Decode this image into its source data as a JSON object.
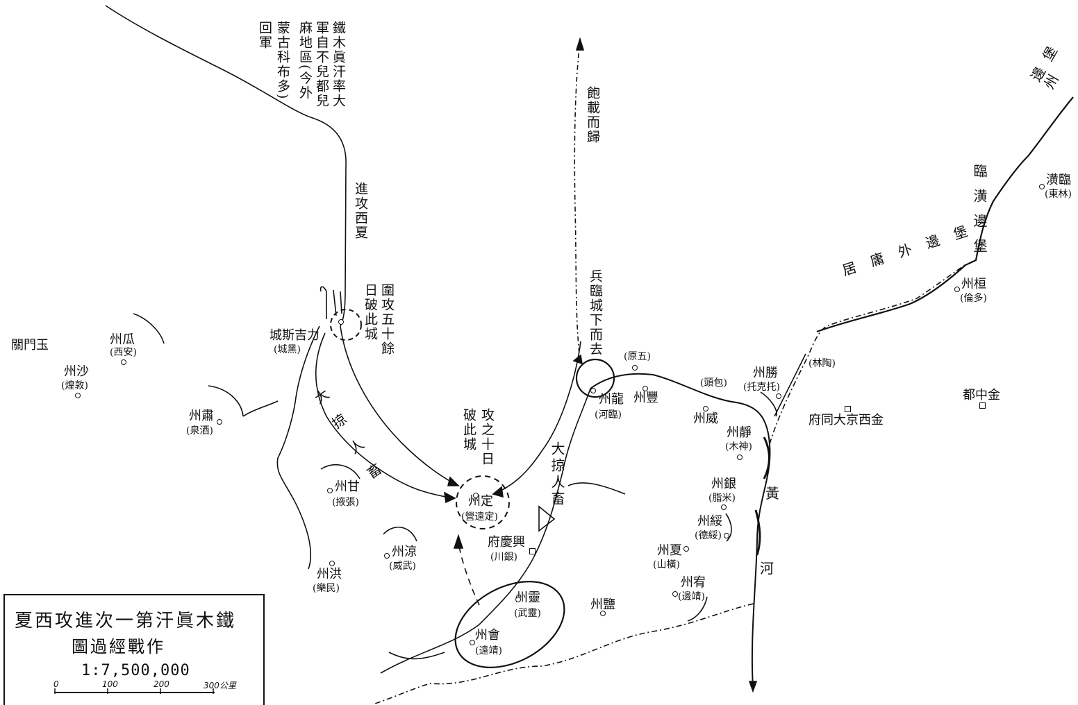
{
  "legend": {
    "title": "夏西攻進次一第汗眞木鐵",
    "subtitle": "圖過經戰作",
    "scale": "1:7,500,000",
    "ticks": [
      "0",
      "100",
      "200",
      "300公里"
    ]
  },
  "places": {
    "yumenguan": "關門玉",
    "guazhou": "州瓜",
    "guazhou_mod": "(西安)",
    "shazhou": "州沙",
    "shazhou_mod": "(煌敦)",
    "suzhou": "州肅",
    "suzhou_mod": "(泉酒)",
    "ganzhou": "州甘",
    "ganzhou_mod": "(掖張)",
    "liangzhou": "州涼",
    "liangzhou_mod": "(威武)",
    "xizhou": "州洪",
    "xizhou_mod": "(樂民)",
    "dingzhou": "州定",
    "dingzhou_mod": "(營遠定)",
    "xingqing": "府慶興",
    "xingqing_mod": "(川銀)",
    "lingzhou": "州靈",
    "lingzhou_mod": "(武靈)",
    "huizhou": "州會",
    "huizhou_mod": "(遠靖)",
    "yanzhou": "州鹽",
    "longzhou": "州龍",
    "longzhou_mod": "(河臨)",
    "fengzhou": "州豐",
    "wuyuan": "(原五)",
    "toukou": "(頭包)",
    "weizhou": "州威",
    "jingzhou": "州靜",
    "jingzhou_mod": "(木神)",
    "yinzhou": "州銀",
    "yinzhou_mod": "(脂米)",
    "suizhou": "州綏",
    "suizhou_mod": "(德綏)",
    "xiazhou": "州夏",
    "xiazhou_mod": "(山橫)",
    "youzhou": "州宥",
    "youzhou_mod": "(邊靖)",
    "shengzhou": "州勝",
    "shengzhou_mod": "(托克托)",
    "linlin": "(林陶)",
    "xijing": "府同大京西金",
    "zhongdu": "都中金",
    "huanzhou": "州桓",
    "huanzhou_mod": "(倫多)",
    "linhuang": "潢臨",
    "linhuang_mod": "(東林)",
    "kilisi": "城斯吉力",
    "kilisi_mod": "(城黑)"
  },
  "annotations": {
    "mongol_army": [
      "鐵木眞汗率大",
      "軍自不兒都兒",
      "麻地區(今外",
      "蒙古科布多)",
      "回軍"
    ],
    "advance": "進攻西夏",
    "siege": [
      "圍攻五十餘",
      "日破此城"
    ],
    "return": "飽載而歸",
    "to_city": "兵臨城下而去",
    "plunder_left": "大掠人畜",
    "plunder_right": "大掠人畜",
    "break_city": [
      "攻之十日",
      "破此城"
    ],
    "yellow_river_1": "黃",
    "yellow_river_2": "河",
    "wall_linhuang": "臨潢邊堡",
    "wall_outer": "居庸外邊堡",
    "wall_border": "邊堡州"
  }
}
